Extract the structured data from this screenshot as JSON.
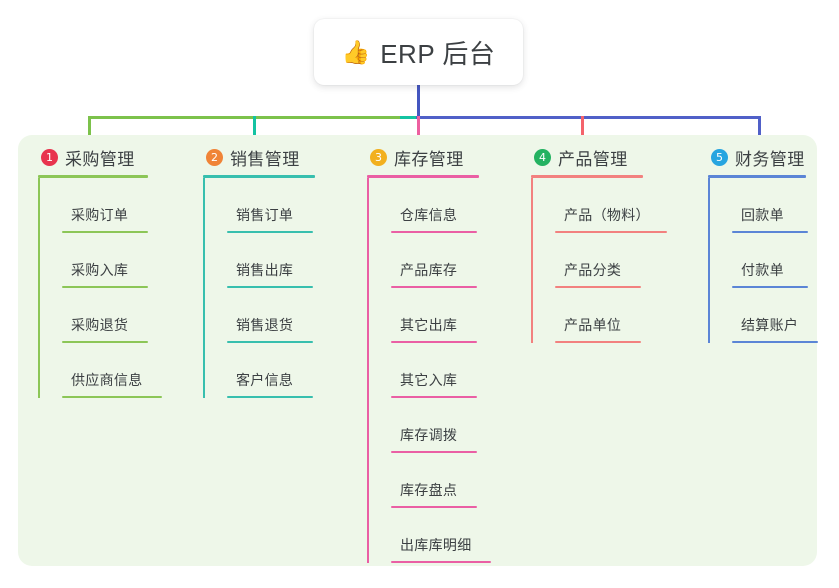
{
  "root": {
    "icon": "thumbs-up-icon",
    "emoji": "👍",
    "title": "ERP 后台"
  },
  "colors": {
    "panel_bg": "#eef7e9",
    "page_bg": "#ffffff",
    "root_stem": "#4456c0",
    "bar_left": "#7cc24b",
    "bar_mid": "#14c3a2",
    "bar_right": "#5060c8",
    "text": "#3c4043"
  },
  "connectors": {
    "stem_color": "#4456c0",
    "segments": [
      {
        "name": "segment-green",
        "color": "#7cc24b"
      },
      {
        "name": "segment-teal",
        "color": "#14c3a2"
      },
      {
        "name": "segment-blue",
        "color": "#5060c8"
      }
    ],
    "drops": [
      {
        "name": "drop-purchasing",
        "color": "#7cc24b"
      },
      {
        "name": "drop-sales",
        "color": "#14c3a2"
      },
      {
        "name": "drop-inventory",
        "color": "#ed5fa0"
      },
      {
        "name": "drop-product",
        "color": "#f4636b"
      },
      {
        "name": "drop-finance",
        "color": "#5060c8"
      }
    ]
  },
  "columns": [
    {
      "index": "1",
      "badge_color": "#e8344e",
      "line_color": "#8cc657",
      "title": "采购管理",
      "items": [
        {
          "label": "采购订单",
          "rule_width": 86
        },
        {
          "label": "采购入库",
          "rule_width": 86
        },
        {
          "label": "采购退货",
          "rule_width": 86
        },
        {
          "label": "供应商信息",
          "rule_width": 100
        }
      ]
    },
    {
      "index": "2",
      "badge_color": "#f08437",
      "line_color": "#37bfae",
      "title": "销售管理",
      "items": [
        {
          "label": "销售订单",
          "rule_width": 86
        },
        {
          "label": "销售出库",
          "rule_width": 86
        },
        {
          "label": "销售退货",
          "rule_width": 86
        },
        {
          "label": "客户信息",
          "rule_width": 86
        }
      ]
    },
    {
      "index": "3",
      "badge_color": "#f2b01e",
      "line_color": "#ea5fa4",
      "title": "库存管理",
      "items": [
        {
          "label": "仓库信息",
          "rule_width": 86
        },
        {
          "label": "产品库存",
          "rule_width": 86
        },
        {
          "label": "其它出库",
          "rule_width": 86
        },
        {
          "label": "其它入库",
          "rule_width": 86
        },
        {
          "label": "库存调拨",
          "rule_width": 86
        },
        {
          "label": "库存盘点",
          "rule_width": 86
        },
        {
          "label": "出库库明细",
          "rule_width": 100
        }
      ]
    },
    {
      "index": "4",
      "badge_color": "#24b261",
      "line_color": "#f2817f",
      "title": "产品管理",
      "items": [
        {
          "label": "产品（物料）",
          "rule_width": 112
        },
        {
          "label": "产品分类",
          "rule_width": 86
        },
        {
          "label": "产品单位",
          "rule_width": 86
        }
      ]
    },
    {
      "index": "5",
      "badge_color": "#27a5e0",
      "line_color": "#5b85d6",
      "title": "财务管理",
      "items": [
        {
          "label": "回款单",
          "rule_width": 76
        },
        {
          "label": "付款单",
          "rule_width": 76
        },
        {
          "label": "结算账户",
          "rule_width": 86
        }
      ]
    }
  ]
}
